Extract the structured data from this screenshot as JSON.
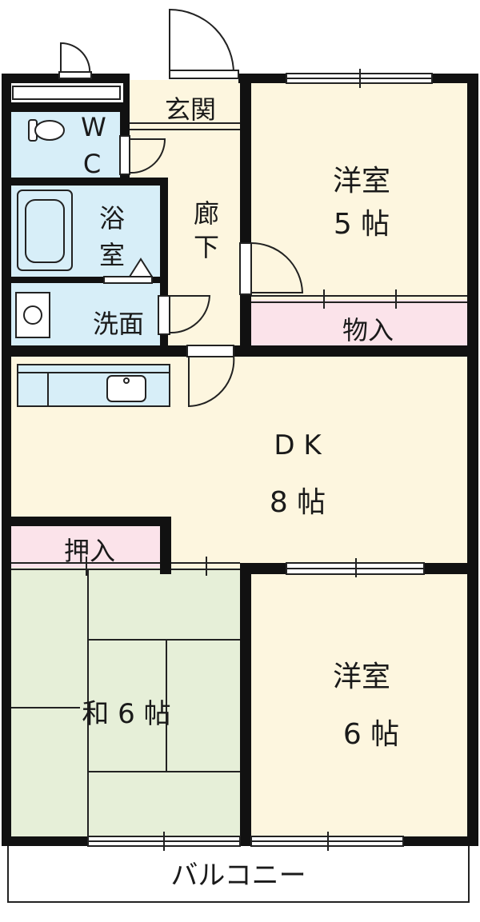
{
  "labels": {
    "entrance": "玄関",
    "wc_line1": "W",
    "wc_line2": "C",
    "bath_line1": "浴",
    "bath_line2": "室",
    "washroom": "洗面",
    "hallway_line1": "廊",
    "hallway_line2": "下",
    "western_room_a_name": "洋室",
    "western_room_a_size": "5 帖",
    "storage": "物入",
    "dk_name": "D K",
    "dk_size": "8 帖",
    "closet": "押入",
    "japanese_room": "和 6 帖",
    "western_room_b_name": "洋室",
    "western_room_b_size": "6 帖",
    "balcony": "バルコニー"
  },
  "colors": {
    "wall": "#111111",
    "western_floor": "#fdf6df",
    "wet_area": "#d7eef8",
    "storage": "#fbe3ea",
    "tatami": "#e6efd8",
    "balcony": "#ffffff",
    "line": "#222222"
  }
}
